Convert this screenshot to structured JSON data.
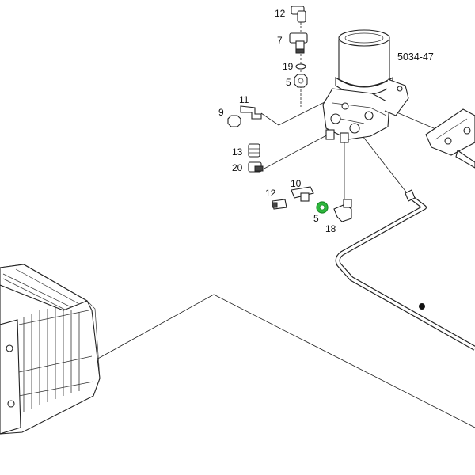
{
  "reference": "5034-47",
  "callouts": {
    "c12_top": "12",
    "c7": "7",
    "c19": "19",
    "c5_top": "5",
    "c11": "11",
    "c9": "9",
    "c13": "13",
    "c20": "20",
    "c10": "10",
    "c12_low": "12",
    "c5_low": "5",
    "c18": "18"
  },
  "colors": {
    "highlight": "#2db83d",
    "ink": "#222222"
  },
  "highlighted_part": "5"
}
